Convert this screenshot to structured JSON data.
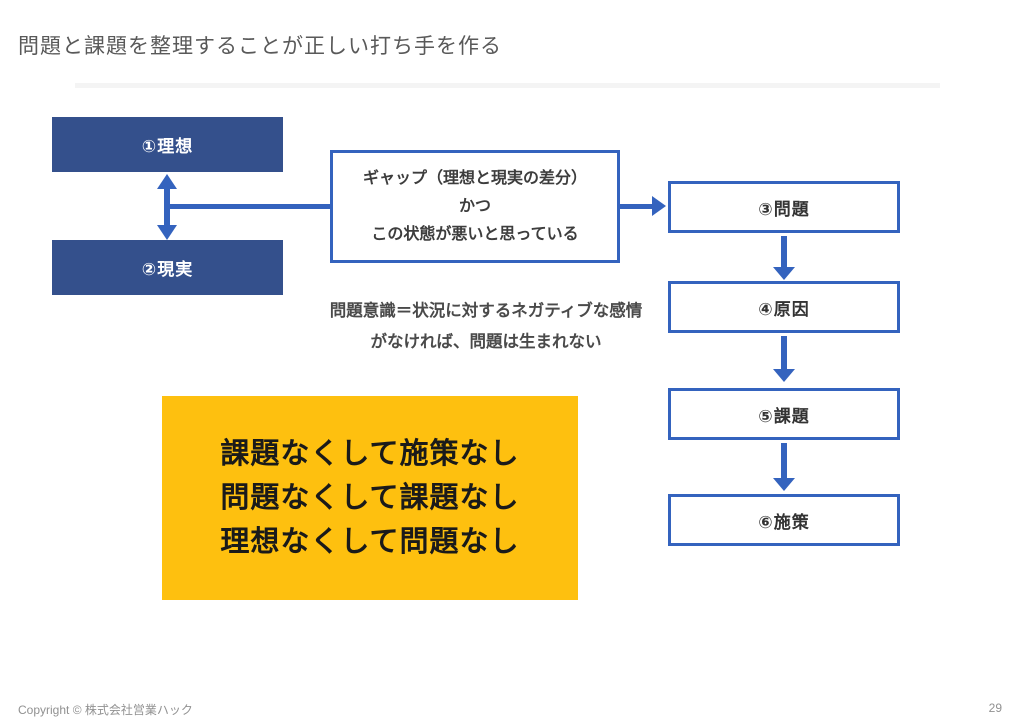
{
  "slide": {
    "title": "問題と課題を整理することが正しい打ち手を作る",
    "footer": {
      "copyright": "Copyright © 株式会社営業ハック",
      "page_number": "29"
    }
  },
  "diagram": {
    "ideal_box": "①理想",
    "reality_box": "②現実",
    "gap_box": {
      "line1": "ギャップ（理想と現実の差分）",
      "line2": "かつ",
      "line3": "この状態が悪いと思っている"
    },
    "flow_boxes": [
      "③問題",
      "④原因",
      "⑤課題",
      "⑥施策"
    ],
    "awareness_note": {
      "line1": "問題意識＝状況に対するネガティブな感情",
      "line2": "がなければ、問題は生まれない"
    },
    "highlight_box": {
      "line1": "課題なくして施策なし",
      "line2": "問題なくして課題なし",
      "line3": "理想なくして問題なし"
    },
    "colors": {
      "navy_fill": "#34508C",
      "outline_and_arrow_blue": "#3463BE",
      "highlight_yellow": "#FEC00F",
      "title_gray": "#595959",
      "note_gray": "#4a4a4a"
    }
  }
}
